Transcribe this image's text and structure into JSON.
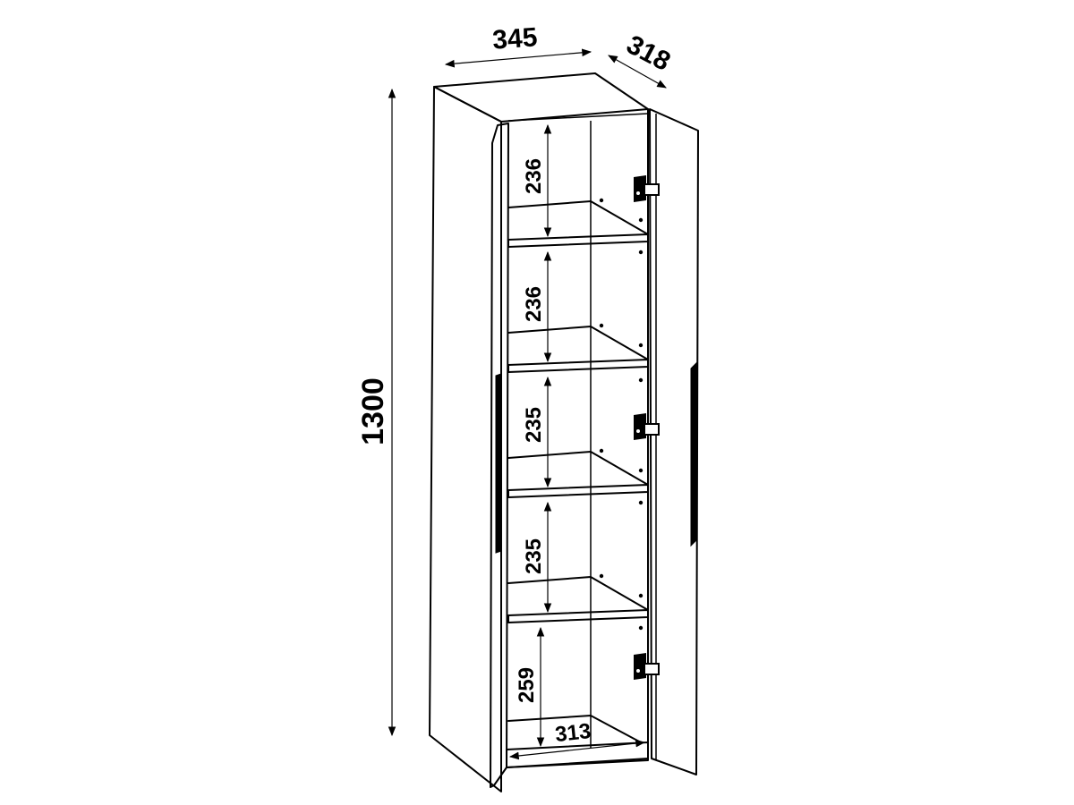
{
  "dimensions": {
    "total_height": "1300",
    "width": "345",
    "depth": "318",
    "shelf_1": "236",
    "shelf_2": "236",
    "shelf_3": "235",
    "shelf_4": "235",
    "shelf_5": "259",
    "inner_width": "313"
  }
}
